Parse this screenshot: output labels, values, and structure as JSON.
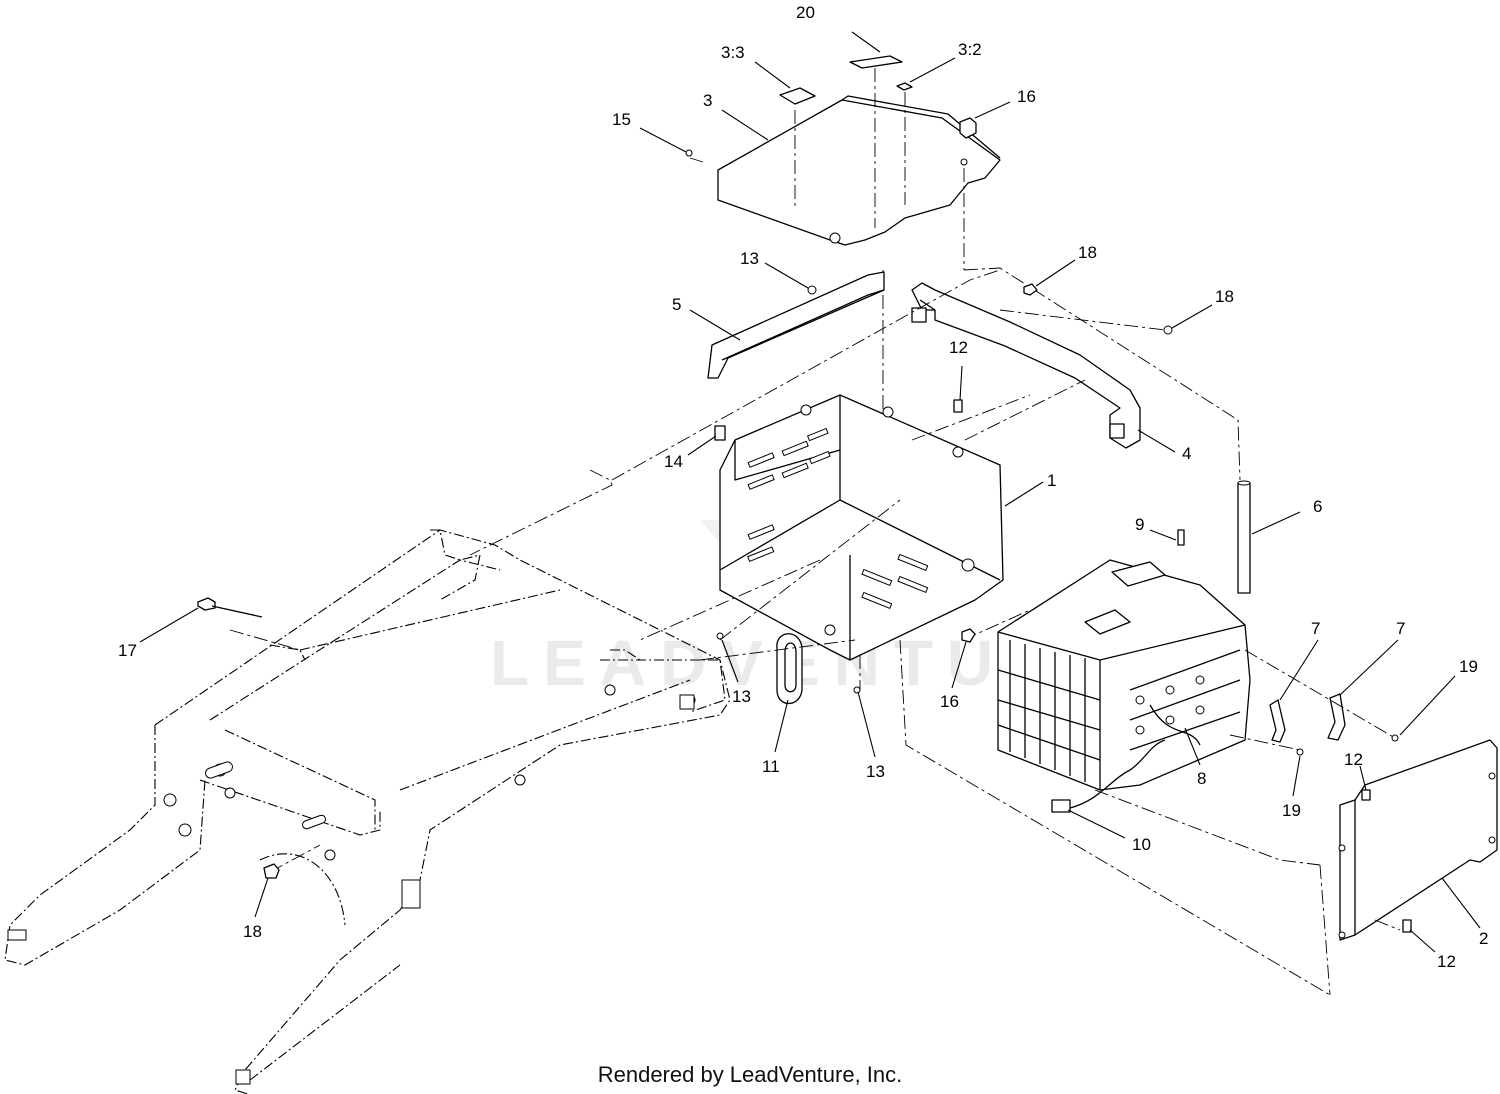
{
  "footer": {
    "text": "Rendered by LeadVenture, Inc."
  },
  "watermark": {
    "text": "LEADVENTURE"
  },
  "callouts": {
    "c20": "20",
    "c3_3": "3:3",
    "c3_2": "3:2",
    "c3": "3",
    "c16a": "16",
    "c15": "15",
    "c13a": "13",
    "c18a": "18",
    "c5": "5",
    "c18b": "18",
    "c12a": "12",
    "c4": "4",
    "c14": "14",
    "c1": "1",
    "c6": "6",
    "c9": "9",
    "c17": "17",
    "c7a": "7",
    "c7b": "7",
    "c19a": "19",
    "c13b": "13",
    "c16b": "16",
    "c12b": "12",
    "c11": "11",
    "c13c": "13",
    "c8": "8",
    "c19b": "19",
    "c10": "10",
    "c18c": "18",
    "c2": "2",
    "c12c": "12"
  },
  "icons": {
    "leadventure-logo": "watermark-logo-icon"
  }
}
